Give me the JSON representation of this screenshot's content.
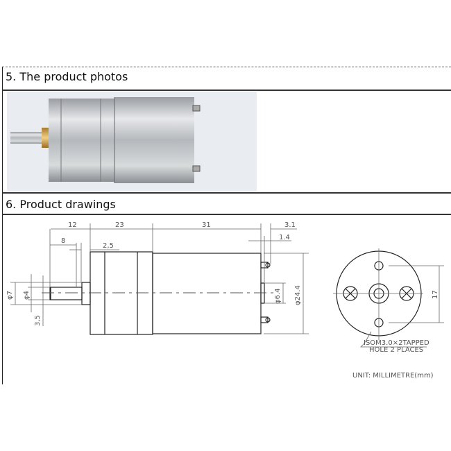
{
  "sections": [
    {
      "title": "5. The product photos"
    },
    {
      "title": "6. Product drawings"
    }
  ],
  "drawing": {
    "dims": {
      "d12": "12",
      "d23": "23",
      "d31": "31",
      "d3_1": "3.1",
      "d1_4": "1.4",
      "d8": "8",
      "d2_5": "2,5",
      "phi7": "φ7",
      "phi4": "φ4",
      "d3_5": "3,5",
      "phi6_4": "φ6.4",
      "phi24_4": "φ24.4",
      "d17": "17"
    },
    "note_line1": "ISOM3.0×2TAPPED",
    "note_line2": "HOLE 2 PLACES",
    "unit": "UNIT: MILLIMETRE(mm)"
  }
}
